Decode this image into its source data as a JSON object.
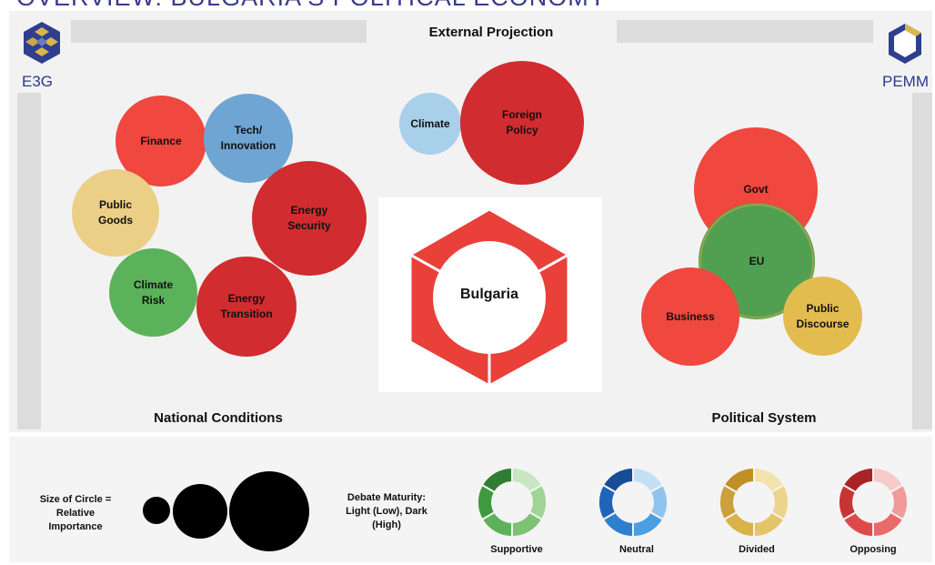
{
  "banner": {
    "title": "OVERVIEW: BULGARIA'S POLITICAL ECONOMY"
  },
  "logos": {
    "left": "E3G",
    "right": "PEMM"
  },
  "sections": {
    "external": "External Projection",
    "national": "National Conditions",
    "political": "Political System"
  },
  "center": {
    "label": "Bulgaria"
  },
  "colors": {
    "red": "#f0473f",
    "dark_red": "#d12c2f",
    "blue": "#6ea5d3",
    "light_blue": "#a9d0ea",
    "green": "#5cb25a",
    "dark_green": "#51a052",
    "yellow": "#ebcf86",
    "gold": "#e2bc4f"
  },
  "circles": {
    "finance": "Finance",
    "tech": "Tech/\nInnovation",
    "energy_security": "Energy\nSecurity",
    "public_goods": "Public\nGoods",
    "climate_risk": "Climate\nRisk",
    "energy_transition": "Energy\nTransition",
    "climate": "Climate",
    "foreign_policy": "Foreign\nPolicy",
    "govt": "Govt",
    "eu": "EU",
    "business": "Business",
    "public_discourse": "Public\nDiscourse"
  },
  "legend": {
    "size_text": "Size of Circle =\nRelative\nImportance",
    "maturity_text": "Debate Maturity:\nLight (Low), Dark\n(High)",
    "supportive": "Supportive",
    "neutral": "Neutral",
    "divided": "Divided",
    "opposing": "Opposing"
  }
}
